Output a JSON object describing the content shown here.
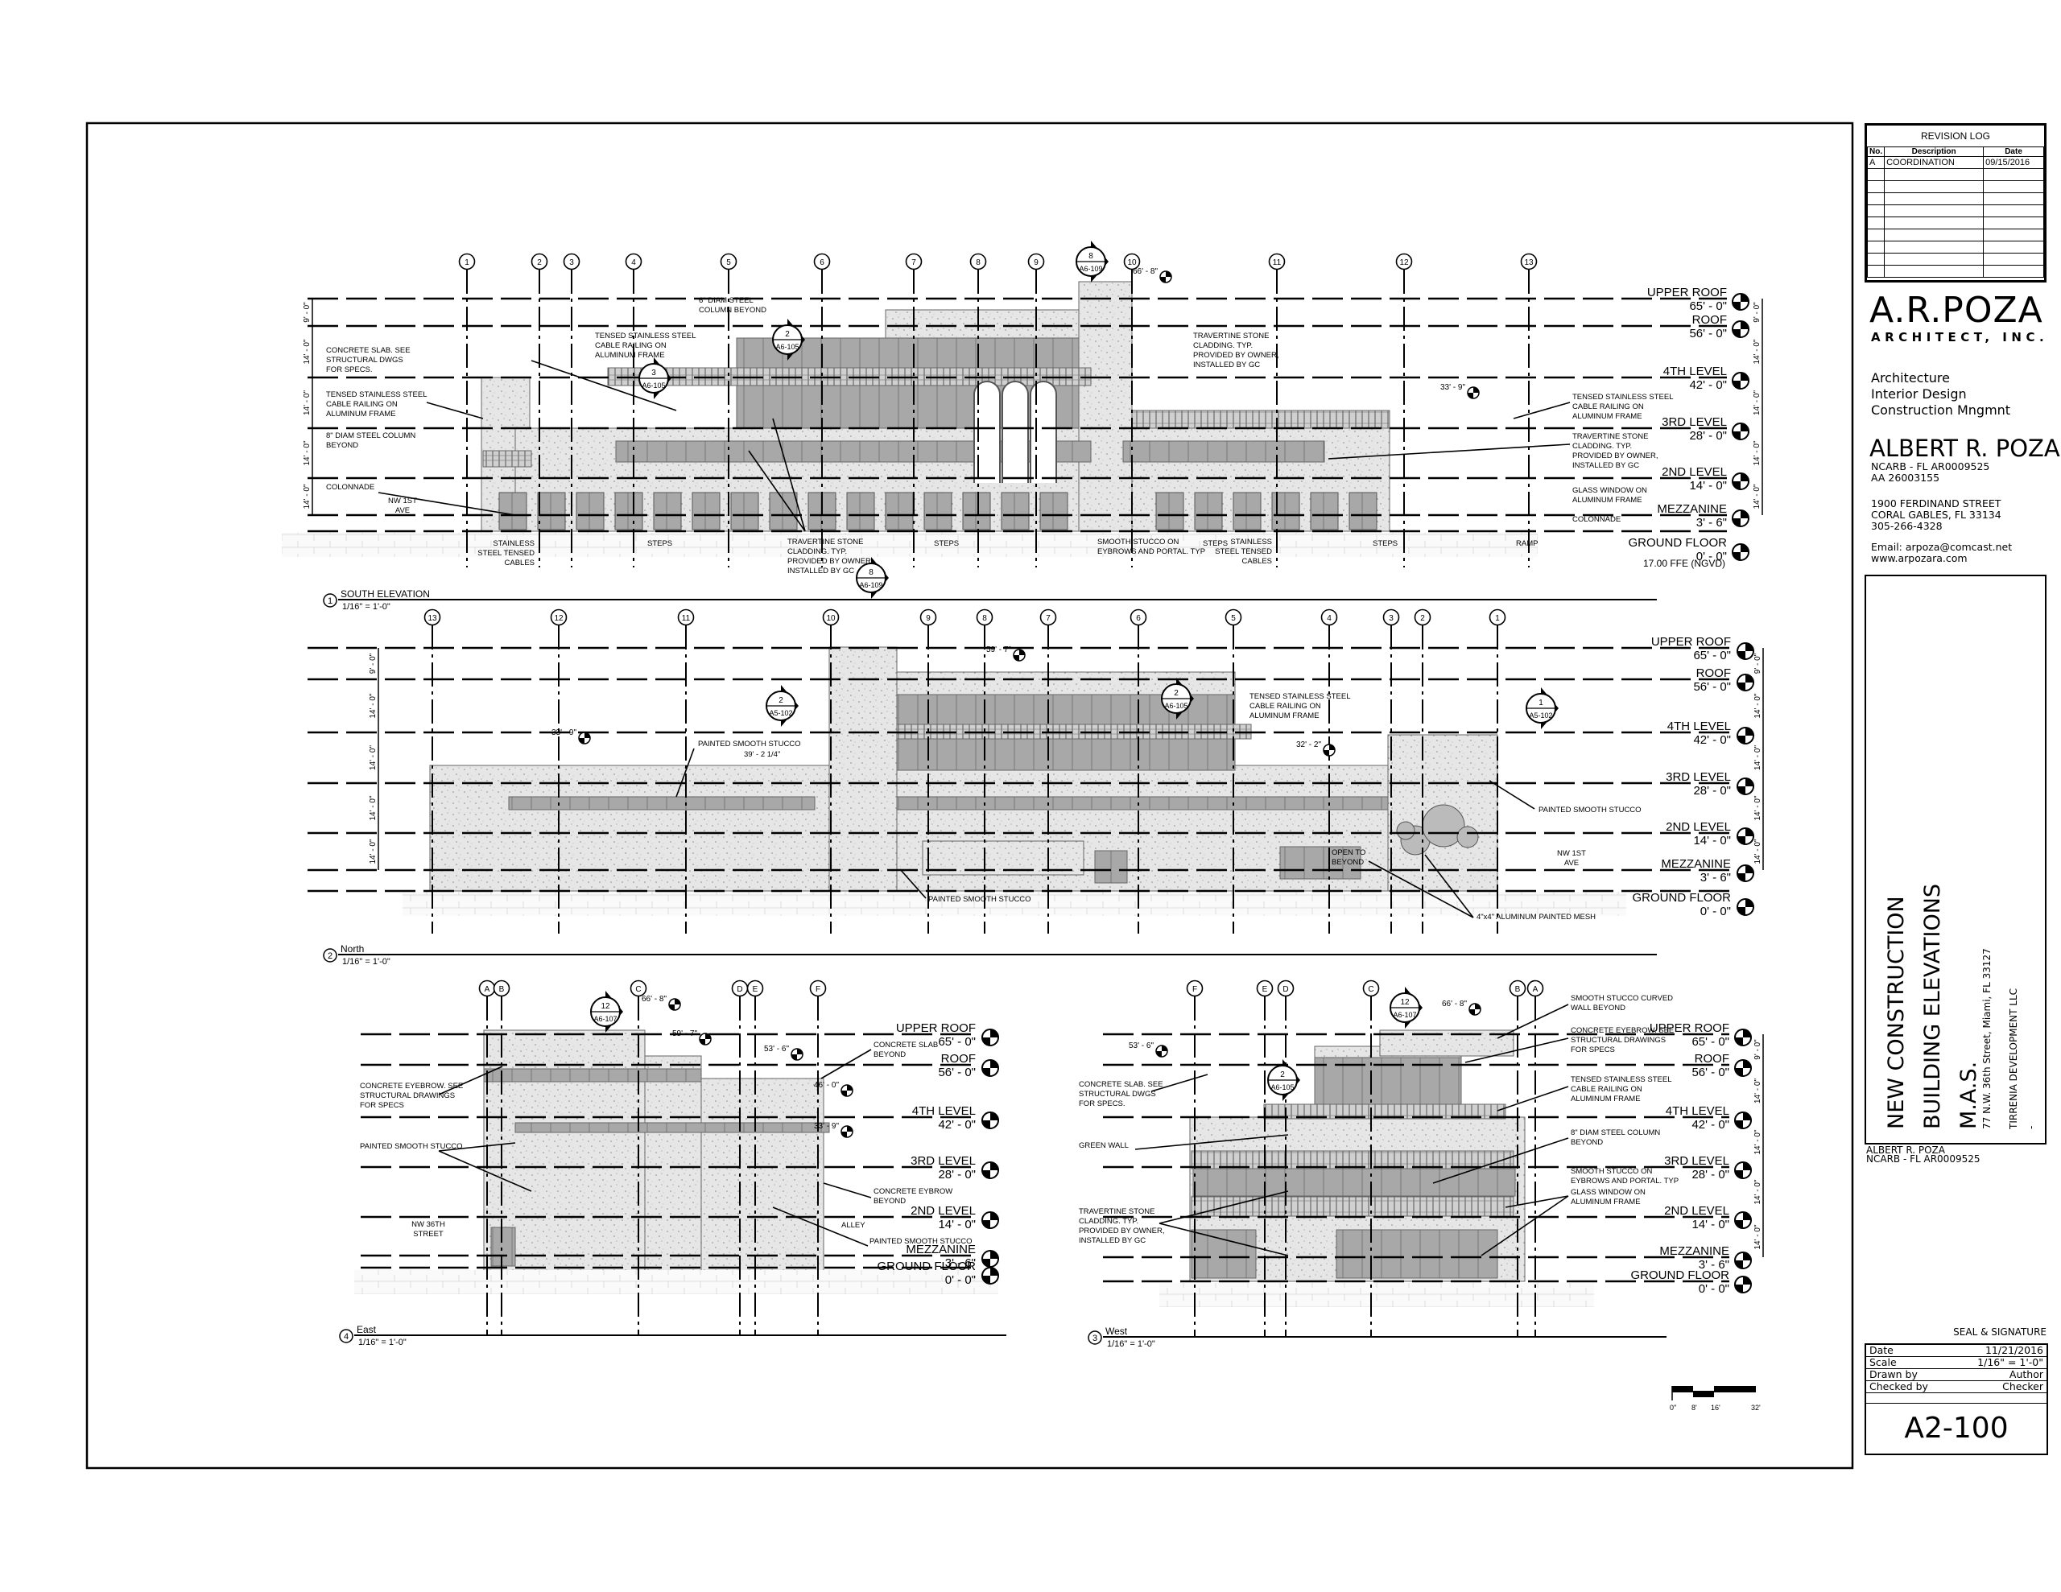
{
  "revision_log": {
    "title": "REVISION LOG",
    "headers": [
      "No.",
      "Description",
      "Date"
    ],
    "rows": [
      {
        "no": "A",
        "description": "COORDINATION",
        "date": "09/15/2016"
      }
    ],
    "empty_rows": 9
  },
  "firm": {
    "logo": "A.R.POZA",
    "logo_sub": "ARCHITECT, INC.",
    "services": [
      "Architecture",
      "Interior Design",
      "Construction Mngmnt"
    ],
    "principal": "ALBERT R. POZA",
    "licenses": [
      "NCARB - FL AR0009525",
      "AA 26003155"
    ],
    "address": [
      "1900 FERDINAND STREET",
      "CORAL GABLES, FL 33134",
      "305-266-4328"
    ],
    "email": "Email: arpoza@comcast.net",
    "website": "www.arpozara.com"
  },
  "project": {
    "title1": "NEW CONSTRUCTION",
    "title2": "BUILDING ELEVATIONS",
    "name": "M.A.S.",
    "address": "77 N.W. 36th Street, Miami, FL 33127",
    "owner": "TIRRENIA DEVELOPMENT LLC",
    "extra": "-"
  },
  "signer": {
    "name": "ALBERT R. POZA",
    "license": "NCARB - FL AR0009525"
  },
  "seal_label": "SEAL & SIGNATURE",
  "sheet_info": [
    {
      "label": "Date",
      "value": "11/21/2016"
    },
    {
      "label": "Scale",
      "value": "1/16\" = 1'-0\""
    },
    {
      "label": "Drawn by",
      "value": "Author"
    },
    {
      "label": "Checked by",
      "value": "Checker"
    }
  ],
  "sheet_number": "A2-100",
  "scale_bar": {
    "labels": [
      "0\"",
      "8'",
      "16'",
      "32'"
    ]
  },
  "views": {
    "south": {
      "number": "1",
      "title": "SOUTH ELEVATION",
      "scale": "1/16\" = 1'-0\"",
      "grids": [
        "1",
        "2",
        "3",
        "4",
        "5",
        "6",
        "7",
        "8",
        "9",
        "10",
        "11",
        "12",
        "13"
      ],
      "levels": [
        {
          "name": "UPPER ROOF",
          "elev": "65' - 0\""
        },
        {
          "name": "ROOF",
          "elev": "56' - 0\""
        },
        {
          "name": "4TH LEVEL",
          "elev": "42' - 0\""
        },
        {
          "name": "3RD LEVEL",
          "elev": "28' - 0\""
        },
        {
          "name": "2ND LEVEL",
          "elev": "14' - 0\""
        },
        {
          "name": "MEZZANINE",
          "elev": "3' - 6\""
        },
        {
          "name": "GROUND FLOOR",
          "elev": "0' - 0\""
        }
      ],
      "level_dims": [
        "9' - 0\"",
        "14' - 0\"",
        "14' - 0\"",
        "14' - 0\"",
        "14' - 0\""
      ],
      "ffe": "17.00 FFE (NGVD)",
      "notes": [
        {
          "lines": [
            "6\" DIAM STEEL",
            "COLUMN BEYOND"
          ]
        },
        {
          "lines": [
            "TENSED STAINLESS STEEL",
            "CABLE RAILING ON",
            "ALUMINUM FRAME"
          ]
        },
        {
          "lines": [
            "CONCRETE SLAB. SEE",
            "STRUCTURAL DWGS",
            "FOR SPECS."
          ]
        },
        {
          "lines": [
            "TENSED STAINLESS STEEL",
            "CABLE RAILING ON",
            "ALUMINUM FRAME"
          ]
        },
        {
          "lines": [
            "8\" DIAM STEEL COLUMN",
            "BEYOND"
          ]
        },
        {
          "lines": [
            "COLONNADE"
          ]
        },
        {
          "lines": [
            "NW 1ST",
            "AVE"
          ]
        },
        {
          "lines": [
            "STAINLESS",
            "STEEL TENSED",
            "CABLES"
          ]
        },
        {
          "lines": [
            "STEPS"
          ]
        },
        {
          "lines": [
            "TRAVERTINE STONE",
            "CLADDING. TYP.",
            "PROVIDED BY OWNER,",
            "INSTALLED BY GC"
          ]
        },
        {
          "lines": [
            "TRAVERTINE STONE",
            "CLADDING. TYP.",
            "PROVIDED BY OWNER,",
            "INSTALLED BY GC"
          ]
        },
        {
          "lines": [
            "STEPS"
          ]
        },
        {
          "lines": [
            "SMOOTH STUCCO ON",
            "EYBROWS AND PORTAL. TYP"
          ]
        },
        {
          "lines": [
            "STEPS"
          ]
        },
        {
          "lines": [
            "STAINLESS",
            "STEEL TENSED",
            "CABLES"
          ]
        },
        {
          "lines": [
            "STEPS"
          ]
        },
        {
          "lines": [
            "RAMP"
          ]
        },
        {
          "lines": [
            "TENSED STAINLESS STEEL",
            "CABLE RAILING ON",
            "ALUMINUM FRAME"
          ]
        },
        {
          "lines": [
            "TRAVERTINE STONE",
            "CLADDING. TYP.",
            "PROVIDED BY OWNER,",
            "INSTALLED BY GC"
          ]
        },
        {
          "lines": [
            "GLASS WINDOW ON",
            "ALUMINUM FRAME"
          ]
        },
        {
          "lines": [
            "COLONNADE"
          ]
        }
      ],
      "spot_elevations": [
        "66' - 8\"",
        "33' - 9\""
      ],
      "callouts": [
        {
          "num": "2",
          "sheet": "A6-105"
        },
        {
          "num": "3",
          "sheet": "A6-105"
        },
        {
          "num": "8",
          "sheet": "A6-109"
        },
        {
          "num": "8",
          "sheet": "A6-109"
        }
      ]
    },
    "north": {
      "number": "2",
      "title": "North",
      "scale": "1/16\" = 1'-0\"",
      "grids": [
        "13",
        "12",
        "11",
        "10",
        "9",
        "8",
        "7",
        "6",
        "5",
        "4",
        "3",
        "2",
        "1"
      ],
      "levels": [
        {
          "name": "UPPER ROOF",
          "elev": "65' - 0\""
        },
        {
          "name": "ROOF",
          "elev": "56' - 0\""
        },
        {
          "name": "4TH LEVEL",
          "elev": "42' - 0\""
        },
        {
          "name": "3RD LEVEL",
          "elev": "28' - 0\""
        },
        {
          "name": "2ND LEVEL",
          "elev": "14' - 0\""
        },
        {
          "name": "MEZZANINE",
          "elev": "3' - 6\""
        },
        {
          "name": "GROUND FLOOR",
          "elev": "0' - 0\""
        }
      ],
      "level_dims": [
        "9' - 0\"",
        "14' - 0\"",
        "14' - 0\"",
        "14' - 0\"",
        "14' - 0\""
      ],
      "notes": [
        {
          "lines": [
            "PAINTED SMOOTH STUCCO"
          ]
        },
        {
          "lines": [
            "39' - 2 1/4\""
          ]
        },
        {
          "lines": [
            "PAINTED SMOOTH STUCCO"
          ]
        },
        {
          "lines": [
            "TENSED STAINLESS STEEL",
            "CABLE RAILING ON",
            "ALUMINUM FRAME"
          ]
        },
        {
          "lines": [
            "PAINTED SMOOTH STUCCO"
          ]
        },
        {
          "lines": [
            "OPEN TO",
            "BEYOND"
          ]
        },
        {
          "lines": [
            "NW 1ST",
            "AVE"
          ]
        },
        {
          "lines": [
            "4\"x4\" ALUMINUM PAINTED MESH"
          ]
        }
      ],
      "spot_elevations": [
        "33' - 9\"",
        "59' - 7\"",
        "32' - 2\""
      ],
      "callouts": [
        {
          "num": "2",
          "sheet": "A5-102"
        },
        {
          "num": "2",
          "sheet": "A6-105"
        },
        {
          "num": "1",
          "sheet": "A5-102"
        }
      ]
    },
    "east": {
      "number": "4",
      "title": "East",
      "scale": "1/16\" = 1'-0\"",
      "grids": [
        "A",
        "B",
        "C",
        "D",
        "E",
        "F"
      ],
      "levels": [
        {
          "name": "UPPER ROOF",
          "elev": "65' - 0\""
        },
        {
          "name": "ROOF",
          "elev": "56' - 0\""
        },
        {
          "name": "4TH LEVEL",
          "elev": "42' - 0\""
        },
        {
          "name": "3RD LEVEL",
          "elev": "28' - 0\""
        },
        {
          "name": "2ND LEVEL",
          "elev": "14' - 0\""
        },
        {
          "name": "MEZZANINE",
          "elev": "3' - 6\""
        },
        {
          "name": "GROUND FLOOR",
          "elev": "0' - 0\""
        }
      ],
      "notes": [
        {
          "lines": [
            "CONCRETE EYEBROW. SEE",
            "STRUCTURAL DRAWINGS",
            "FOR SPECS"
          ]
        },
        {
          "lines": [
            "PAINTED SMOOTH STUCCO"
          ]
        },
        {
          "lines": [
            "NW 36TH",
            "STREET"
          ]
        },
        {
          "lines": [
            "CONCRETE SLAB",
            "BEYOND"
          ]
        },
        {
          "lines": [
            "CONCRETE EYBROW",
            "BEYOND"
          ]
        },
        {
          "lines": [
            "ALLEY"
          ]
        },
        {
          "lines": [
            "PAINTED SMOOTH STUCCO"
          ]
        }
      ],
      "spot_elevations": [
        "66' - 8\"",
        "59' - 7\"",
        "53' - 6\"",
        "46' - 0\"",
        "33' - 9\""
      ],
      "callouts": [
        {
          "num": "12",
          "sheet": "A6-107"
        }
      ]
    },
    "west": {
      "number": "3",
      "title": "West",
      "scale": "1/16\" = 1'-0\"",
      "grids": [
        "F",
        "E",
        "D",
        "C",
        "B",
        "A"
      ],
      "levels": [
        {
          "name": "UPPER ROOF",
          "elev": "65' - 0\""
        },
        {
          "name": "ROOF",
          "elev": "56' - 0\""
        },
        {
          "name": "4TH LEVEL",
          "elev": "42' - 0\""
        },
        {
          "name": "3RD LEVEL",
          "elev": "28' - 0\""
        },
        {
          "name": "2ND LEVEL",
          "elev": "14' - 0\""
        },
        {
          "name": "MEZZANINE",
          "elev": "3' - 6\""
        },
        {
          "name": "GROUND FLOOR",
          "elev": "0' - 0\""
        }
      ],
      "level_dims": [
        "9' - 0\"",
        "14' - 0\"",
        "14' - 0\"",
        "14' - 0\"",
        "14' - 0\""
      ],
      "notes": [
        {
          "lines": [
            "CONCRETE SLAB. SEE",
            "STRUCTURAL DWGS",
            "FOR SPECS."
          ]
        },
        {
          "lines": [
            "GREEN WALL"
          ]
        },
        {
          "lines": [
            "TRAVERTINE STONE",
            "CLADDING. TYP.",
            "PROVIDED BY OWNER,",
            "INSTALLED BY GC"
          ]
        },
        {
          "lines": [
            "SMOOTH STUCCO CURVED",
            "WALL BEYOND"
          ]
        },
        {
          "lines": [
            "CONCRETE EYEBROW. SEE",
            "STRUCTURAL DRAWINGS",
            "FOR SPECS"
          ]
        },
        {
          "lines": [
            "TENSED STAINLESS STEEL",
            "CABLE RAILING ON",
            "ALUMINUM FRAME"
          ]
        },
        {
          "lines": [
            "8\" DIAM STEEL COLUMN",
            "BEYOND"
          ]
        },
        {
          "lines": [
            "SMOOTH STUCCO ON",
            "EYBROWS AND PORTAL. TYP"
          ]
        },
        {
          "lines": [
            "GLASS WINDOW ON",
            "ALUMINUM FRAME"
          ]
        }
      ],
      "spot_elevations": [
        "53' - 6\"",
        "66' - 8\""
      ],
      "callouts": [
        {
          "num": "12",
          "sheet": "A6-107"
        },
        {
          "num": "2",
          "sheet": "A6-105"
        }
      ]
    }
  }
}
